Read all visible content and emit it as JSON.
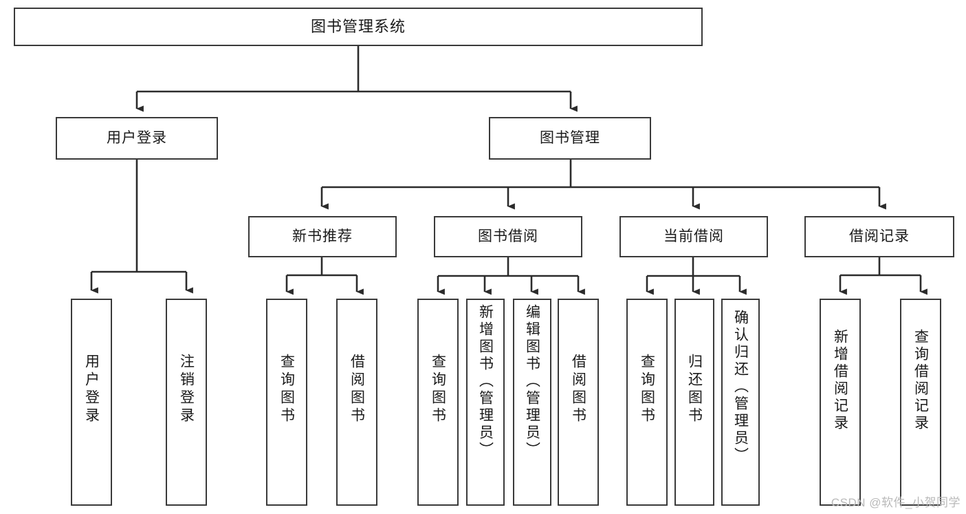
{
  "diagram": {
    "type": "tree",
    "title": "图书管理系统",
    "orientation": "top-down",
    "colors": {
      "box_border": "#3a3a3a",
      "box_fill": "#ffffff",
      "connector": "#2b2b2b",
      "text": "#1a1a1a",
      "watermark": "#b9b9b9",
      "background": "#ffffff"
    },
    "levels": {
      "root": "图书管理系统",
      "level2": [
        "用户登录",
        "图书管理"
      ],
      "level3": [
        "新书推荐",
        "图书借阅",
        "当前借阅",
        "借阅记录"
      ]
    }
  },
  "nodes": {
    "root": {
      "label": "图书管理系统"
    },
    "user_login": {
      "label": "用户登录"
    },
    "book_manage": {
      "label": "图书管理"
    },
    "new_book_rec": {
      "label": "新书推荐"
    },
    "book_borrow": {
      "label": "图书借阅"
    },
    "current_borrow": {
      "label": "当前借阅"
    },
    "borrow_record": {
      "label": "借阅记录"
    },
    "leaf_user_login": {
      "label": "用户登录"
    },
    "leaf_logout": {
      "label": "注销登录"
    },
    "leaf_query_book_a": {
      "label": "查询图书"
    },
    "leaf_borrow_book_a": {
      "label": "借阅图书"
    },
    "leaf_query_book_b": {
      "label": "查询图书"
    },
    "leaf_add_book": {
      "label": "新增图书（管理员）"
    },
    "leaf_edit_book": {
      "label": "编辑图书（管理员）"
    },
    "leaf_borrow_book_b": {
      "label": "借阅图书"
    },
    "leaf_query_book_c": {
      "label": "查询图书"
    },
    "leaf_return_book": {
      "label": "归还图书"
    },
    "leaf_confirm_return": {
      "label": "确认归还（管理员）"
    },
    "leaf_add_record": {
      "label": "新增借阅记录"
    },
    "leaf_query_record": {
      "label": "查询借阅记录"
    }
  },
  "edges": [
    {
      "from": "root",
      "to": "user_login"
    },
    {
      "from": "root",
      "to": "book_manage"
    },
    {
      "from": "user_login",
      "to": "leaf_user_login"
    },
    {
      "from": "user_login",
      "to": "leaf_logout"
    },
    {
      "from": "book_manage",
      "to": "new_book_rec"
    },
    {
      "from": "book_manage",
      "to": "book_borrow"
    },
    {
      "from": "book_manage",
      "to": "current_borrow"
    },
    {
      "from": "book_manage",
      "to": "borrow_record"
    },
    {
      "from": "new_book_rec",
      "to": "leaf_query_book_a"
    },
    {
      "from": "new_book_rec",
      "to": "leaf_borrow_book_a"
    },
    {
      "from": "book_borrow",
      "to": "leaf_query_book_b"
    },
    {
      "from": "book_borrow",
      "to": "leaf_add_book"
    },
    {
      "from": "book_borrow",
      "to": "leaf_edit_book"
    },
    {
      "from": "book_borrow",
      "to": "leaf_borrow_book_b"
    },
    {
      "from": "current_borrow",
      "to": "leaf_query_book_c"
    },
    {
      "from": "current_borrow",
      "to": "leaf_return_book"
    },
    {
      "from": "current_borrow",
      "to": "leaf_confirm_return"
    },
    {
      "from": "borrow_record",
      "to": "leaf_add_record"
    },
    {
      "from": "borrow_record",
      "to": "leaf_query_record"
    }
  ],
  "watermark": {
    "text": "CSDN @软件_小贺同学"
  }
}
